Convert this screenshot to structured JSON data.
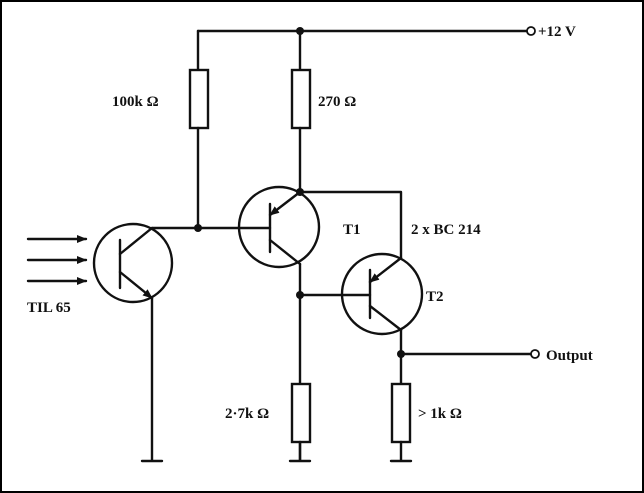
{
  "labels": {
    "supply": "+12 V",
    "r1": "100k Ω",
    "r2": "270 Ω",
    "transistor_pair": "2 x BC 214",
    "t1": "T1",
    "t2": "T2",
    "phototransistor": "TIL 65",
    "r3": "2·7k Ω",
    "r4": "> 1k Ω",
    "output": "Output"
  }
}
